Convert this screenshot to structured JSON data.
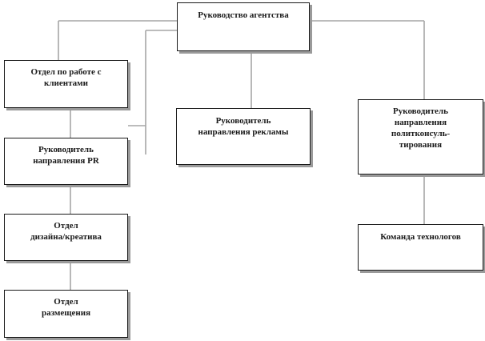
{
  "diagram": {
    "nodes": [
      {
        "id": "agency-management",
        "label": "Руководство  агентства"
      },
      {
        "id": "client-department",
        "label": "Отдел  по работе с\nклиентами"
      },
      {
        "id": "pr-head",
        "label": "Руководитель\nнаправления PR"
      },
      {
        "id": "design-department",
        "label": "Отдел\nдизайна/креатива"
      },
      {
        "id": "placement-department",
        "label": "Отдел\nразмещения"
      },
      {
        "id": "advertising-head",
        "label": "Руководитель\nнаправления рекламы"
      },
      {
        "id": "political-head",
        "label": "Руководитель\nнаправления\nполитконсуль-\nтирования"
      },
      {
        "id": "technologists-team",
        "label": "Команда технологов"
      }
    ],
    "edges": [
      {
        "from": "agency-management",
        "to": "client-department"
      },
      {
        "from": "agency-management",
        "to": "pr-head"
      },
      {
        "from": "agency-management",
        "to": "advertising-head"
      },
      {
        "from": "agency-management",
        "to": "political-head"
      },
      {
        "from": "client-department",
        "to": "pr-head"
      },
      {
        "from": "pr-head",
        "to": "design-department"
      },
      {
        "from": "design-department",
        "to": "placement-department"
      },
      {
        "from": "political-head",
        "to": "technologists-team"
      }
    ],
    "colors": {
      "connector": "#a6a6a6",
      "border": "#1a1a1a",
      "shadow": "#9a9a9a",
      "text": "#1a1a1a"
    }
  }
}
